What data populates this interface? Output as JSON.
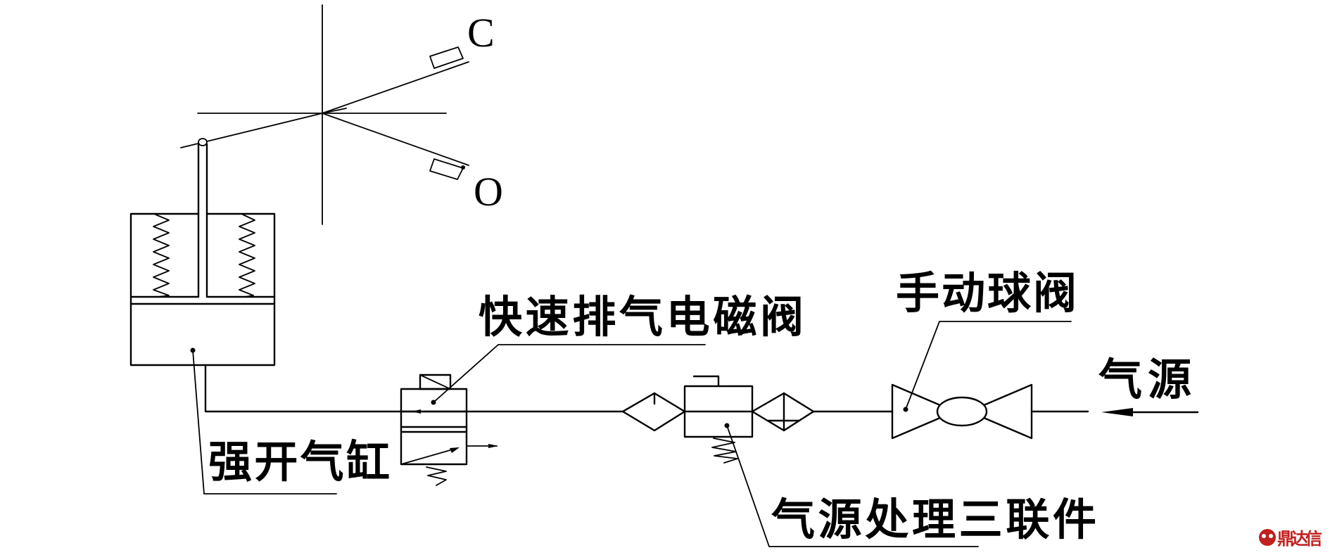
{
  "diagram": {
    "title": "Pneumatic forced-open cylinder circuit",
    "position_labels": {
      "closed": "C",
      "open": "O"
    },
    "components": {
      "cylinder": "强开气缸",
      "solenoid_valve": "快速排气电磁阀",
      "frl_unit": "气源处理三联件",
      "ball_valve": "手动球阀",
      "air_source": "气源"
    },
    "flow_direction": "right-to-left",
    "colors": {
      "line": "#000000",
      "background": "#ffffff",
      "watermark": "#c0201e"
    }
  },
  "watermark": {
    "text": "鼎达信",
    "icon": "brand-logo-icon"
  }
}
